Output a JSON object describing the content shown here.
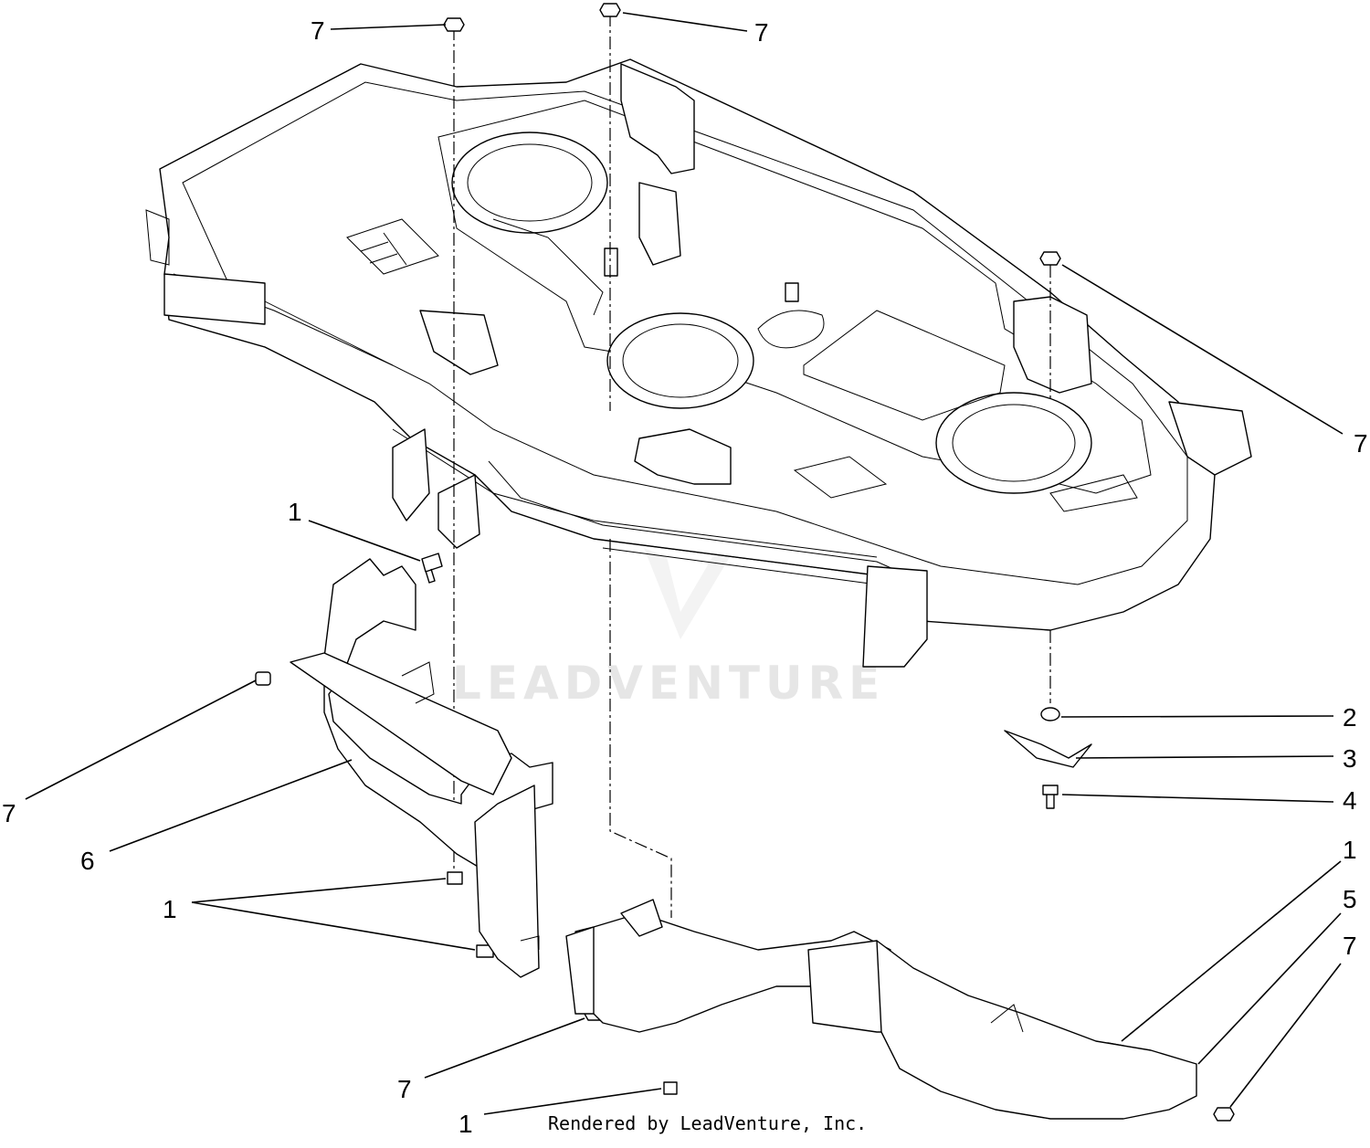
{
  "watermark": "LEADVENTURE",
  "footer": "Rendered by LeadVenture, Inc.",
  "callouts": {
    "c1a": "7",
    "c1b": "7",
    "c1c": "7",
    "c1": "1",
    "c2": "2",
    "c3": "3",
    "c4": "4",
    "c7l": "7",
    "c6": "6",
    "c1l": "1",
    "c1r": "1",
    "c5": "5",
    "c7r": "7",
    "c7b": "7",
    "c1b2": "1"
  }
}
